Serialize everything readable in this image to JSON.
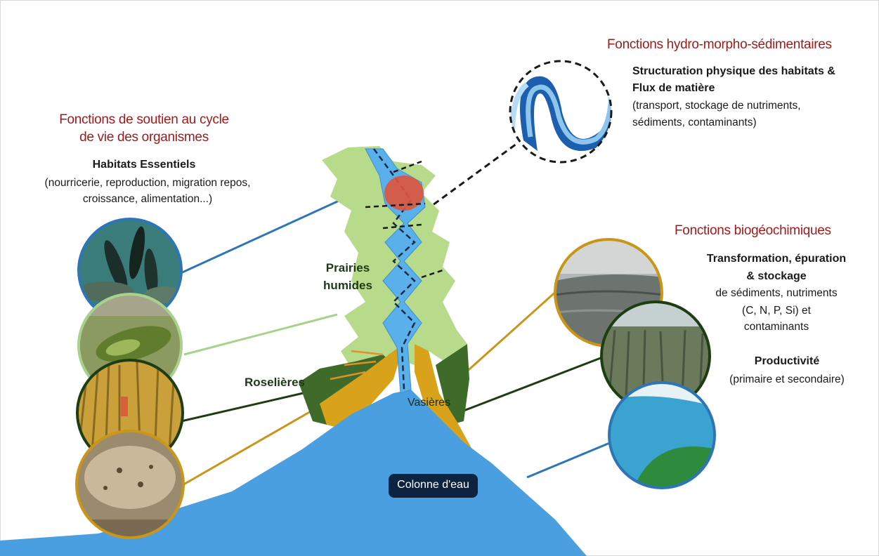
{
  "left": {
    "title_line1": "Fonctions de soutien au cycle",
    "title_line2": "de vie des organismes",
    "subtitle": "Habitats Essentiels",
    "desc_line1": "(nourricerie, reproduction, migration repos,",
    "desc_line2": "croissance, alimentation...)"
  },
  "top_right": {
    "title": "Fonctions hydro-morpho-sédimentaires",
    "subtitle_line1": "Structuration physique des habitats &",
    "subtitle_line2": "Flux de matière",
    "desc_line1": "(transport, stockage de nutriments,",
    "desc_line2": "sédiments, contaminants)"
  },
  "right": {
    "title": "Fonctions biogéochimiques",
    "sub1_line1": "Transformation, épuration",
    "sub1_line2": "& stockage",
    "desc_line1": "de sédiments, nutriments",
    "desc_line2": "(C, N, P, Si) et",
    "desc_line3": "contaminants",
    "sub2": "Productivité",
    "sub2_desc": "(primaire et secondaire)"
  },
  "labels": {
    "prairies_line1": "Prairies",
    "prairies_line2": "humides",
    "roselieres": "Roselières",
    "vasieres": "Vasières",
    "colonne": "Colonne d'eau"
  },
  "colors": {
    "title_red": "#9b1b1b",
    "meadow_green": "#b7db8a",
    "water_blue": "#4a9fe0",
    "mud_yellow": "#d9a21b",
    "reed_dark_green": "#3f6b2a"
  }
}
